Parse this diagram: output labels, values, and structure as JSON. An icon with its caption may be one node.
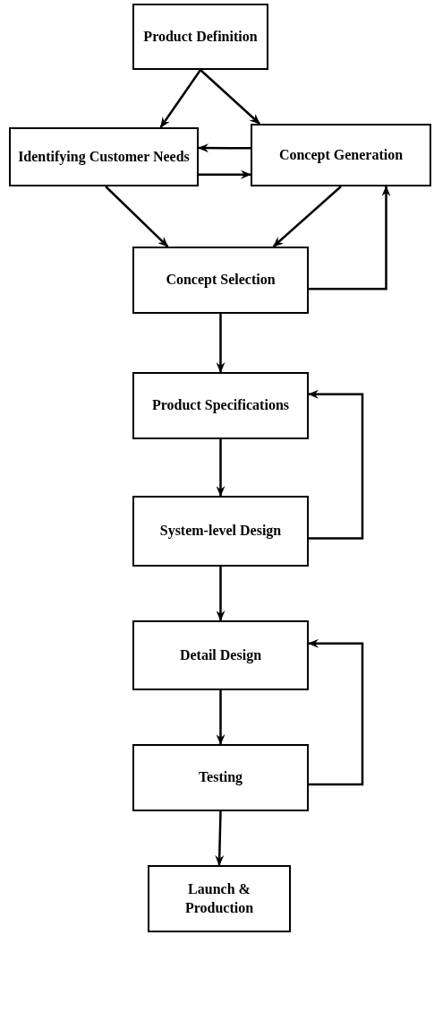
{
  "diagram": {
    "nodes": [
      {
        "text": [
          "Product Definition"
        ]
      },
      {
        "text": [
          "Identifying Customer Needs"
        ]
      },
      {
        "text": [
          "Concept Generation"
        ]
      },
      {
        "text": [
          "Concept Selection"
        ]
      },
      {
        "text": [
          "Product Specifications"
        ]
      },
      {
        "text": [
          "System-level Design"
        ]
      },
      {
        "text": [
          "Detail Design"
        ]
      },
      {
        "text": [
          "Testing"
        ]
      },
      {
        "text": [
          "Launch & Production"
        ]
      }
    ],
    "edges": [
      {
        "from": 0,
        "to": 1,
        "arrow": "to"
      },
      {
        "from": 0,
        "to": 2,
        "arrow": "to"
      },
      {
        "from": 2,
        "to": 1,
        "arrow": "to"
      },
      {
        "from": 1,
        "to": 2,
        "arrow": "to"
      },
      {
        "from": 1,
        "to": 3,
        "arrow": "to"
      },
      {
        "from": 2,
        "to": 3,
        "arrow": "to"
      },
      {
        "from": 3,
        "to": 2,
        "arrow": "to"
      },
      {
        "from": 3,
        "to": 4,
        "arrow": "to"
      },
      {
        "from": 4,
        "to": 5,
        "arrow": "to"
      },
      {
        "from": 5,
        "to": 4,
        "arrow": "to"
      },
      {
        "from": 5,
        "to": 6,
        "arrow": "to"
      },
      {
        "from": 6,
        "to": 7,
        "arrow": "to"
      },
      {
        "from": 7,
        "to": 6,
        "arrow": "to"
      },
      {
        "from": 7,
        "to": 8,
        "arrow": "to"
      }
    ]
  }
}
